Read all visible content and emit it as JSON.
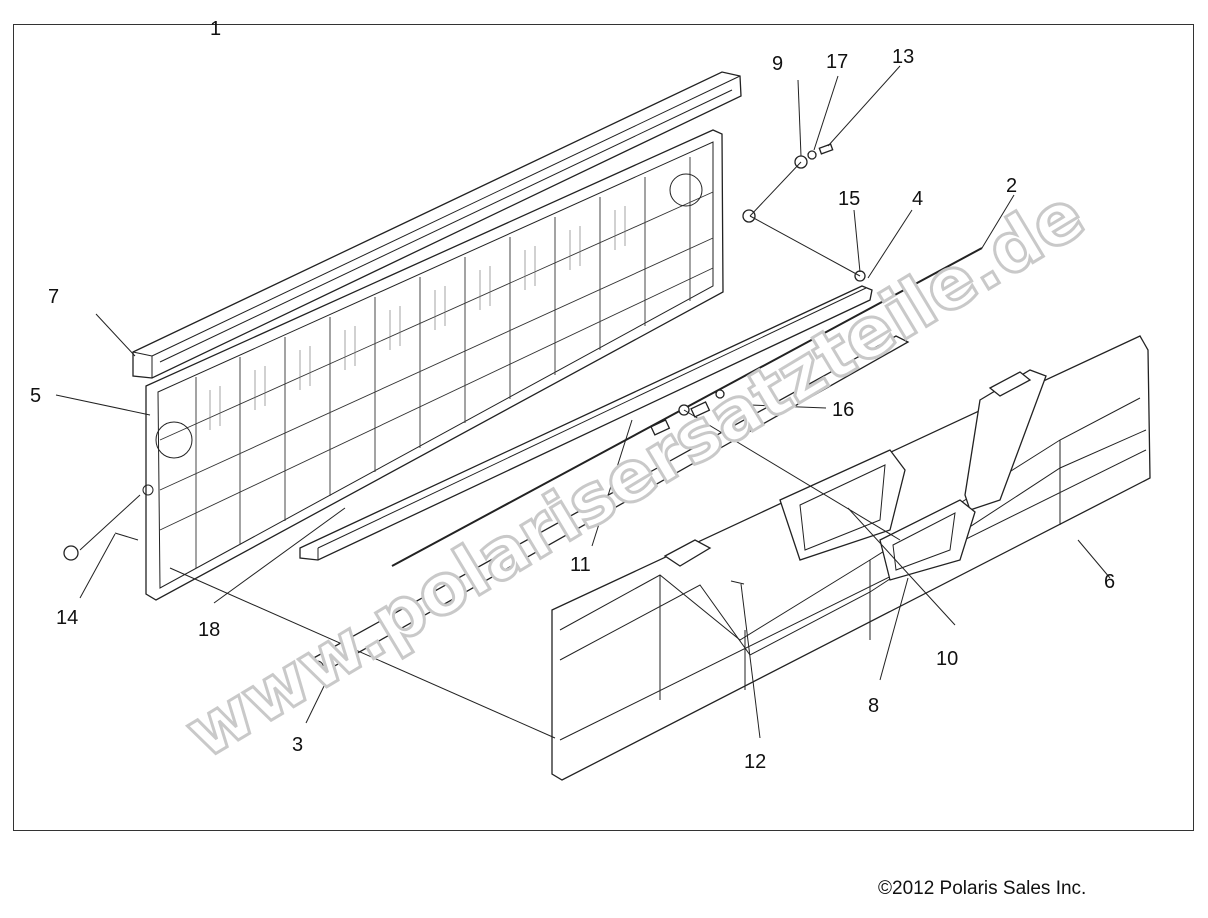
{
  "diagram": {
    "callouts": [
      {
        "id": "c1",
        "text": "1"
      },
      {
        "id": "c2",
        "text": "2"
      },
      {
        "id": "c3",
        "text": "3"
      },
      {
        "id": "c4",
        "text": "4"
      },
      {
        "id": "c5",
        "text": "5"
      },
      {
        "id": "c6",
        "text": "6"
      },
      {
        "id": "c7",
        "text": "7"
      },
      {
        "id": "c8",
        "text": "8"
      },
      {
        "id": "c9",
        "text": "9"
      },
      {
        "id": "c10",
        "text": "10"
      },
      {
        "id": "c11",
        "text": "11"
      },
      {
        "id": "c12",
        "text": "12"
      },
      {
        "id": "c13",
        "text": "13"
      },
      {
        "id": "c14",
        "text": "14"
      },
      {
        "id": "c15",
        "text": "15"
      },
      {
        "id": "c16",
        "text": "16"
      },
      {
        "id": "c17",
        "text": "17"
      },
      {
        "id": "c18",
        "text": "18"
      }
    ],
    "watermark": "www.polarisersatzteile.de",
    "copyright": "©2012 Polaris Sales Inc."
  }
}
